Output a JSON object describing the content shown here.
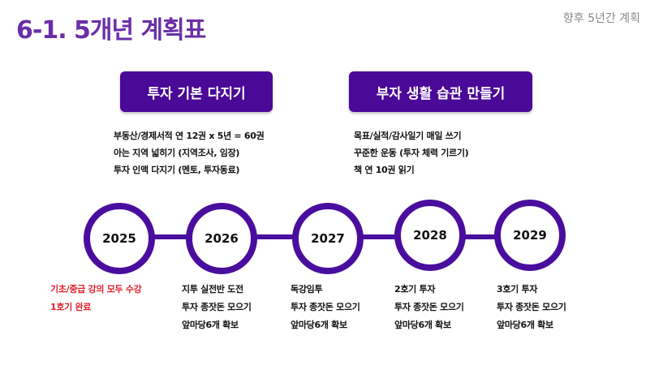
{
  "header": {
    "title": "6-1. 5개년 계획표",
    "subtitle": "향후 5년간 계획"
  },
  "categories": [
    {
      "label": "투자 기본 다지기",
      "items": [
        "부동산/경제서적 연 12권 x 5년 = 60권",
        "아는 지역 넓히기 (지역조사, 임장)",
        "투자 인맥 다지기 (멘토, 투자동료)"
      ]
    },
    {
      "label": "부자 생활 습관 만들기",
      "items": [
        "목표/실적/감사일기 매일 쓰기",
        "꾸준한 운동 (투자 체력 기르기)",
        "책 연 10권 읽기"
      ]
    }
  ],
  "timeline": [
    {
      "year": "2025",
      "notes": [
        "기초/중급 강의 모두 수강",
        "1호기 완료"
      ]
    },
    {
      "year": "2026",
      "notes": [
        "지투 실전반 도전",
        "투자 종잣돈 모으기",
        "앞마당6개 확보"
      ]
    },
    {
      "year": "2027",
      "notes": [
        "독강임투",
        "투자 종잣돈 모으기",
        "앞마당6개 확보"
      ]
    },
    {
      "year": "2028",
      "notes": [
        "2호기 투자",
        "투자 종잣돈 모으기",
        "앞마당6개 확보"
      ]
    },
    {
      "year": "2029",
      "notes": [
        "3호기 투자",
        "투자 종잣돈 모으기",
        "앞마당6개 확보"
      ]
    }
  ],
  "colors": {
    "accent": "#4a0996",
    "title": "#6a2fa8",
    "highlight": "#e0202a"
  }
}
